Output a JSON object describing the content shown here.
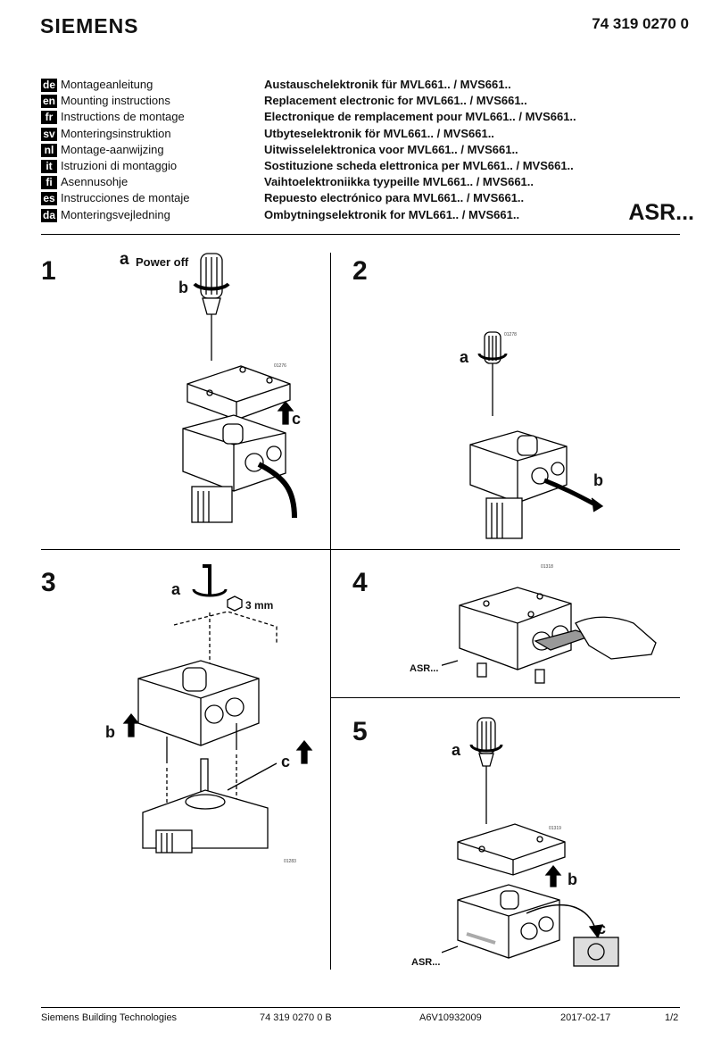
{
  "header": {
    "brand": "SIEMENS",
    "doc_number": "74 319 0270 0"
  },
  "languages": [
    {
      "code": "de",
      "name": "Montageanleitung",
      "title": "Austauschelektronik für MVL661.. / MVS661.."
    },
    {
      "code": "en",
      "name": "Mounting instructions",
      "title": "Replacement electronic for MVL661.. / MVS661.."
    },
    {
      "code": "fr",
      "name": "Instructions de montage",
      "title": "Electronique de remplacement pour MVL661.. / MVS661.."
    },
    {
      "code": "sv",
      "name": "Monteringsinstruktion",
      "title": "Utbyteselektronik för MVL661.. / MVS661.."
    },
    {
      "code": "nl",
      "name": "Montage-aanwijzing",
      "title": "Uitwisselelektronica voor MVL661.. / MVS661.."
    },
    {
      "code": "it",
      "name": "Istruzioni di montaggio",
      "title": "Sostituzione scheda elettronica per MVL661.. / MVS661.."
    },
    {
      "code": "fi",
      "name": "Asennusohje",
      "title": "Vaihtoelektroniikka tyypeille MVL661.. / MVS661.."
    },
    {
      "code": "es",
      "name": "Instrucciones de montaje",
      "title": "Repuesto electrónico para MVL661.. / MVS661.."
    },
    {
      "code": "da",
      "name": "Monteringsvejledning",
      "title": "Ombytningselektronik for MVL661.. / MVS661.."
    }
  ],
  "product_label": "ASR...",
  "steps": {
    "s1": {
      "number": "1",
      "a": "a",
      "power_off": "Power off",
      "b": "b",
      "c": "c",
      "code": "01276"
    },
    "s2": {
      "number": "2",
      "a": "a",
      "b": "b",
      "code": "01278"
    },
    "s3": {
      "number": "3",
      "a": "a",
      "hex": "3 mm",
      "b": "b",
      "c": "c",
      "code": "01283"
    },
    "s4": {
      "number": "4",
      "asr": "ASR...",
      "code": "01318"
    },
    "s5": {
      "number": "5",
      "a": "a",
      "b": "b",
      "c": "c",
      "asr": "ASR...",
      "code": "01319"
    }
  },
  "footer": {
    "company": "Siemens Building Technologies",
    "doc": "74 319 0270 0 B",
    "ref": "A6V10932009",
    "date": "2017-02-17",
    "page": "1/2"
  }
}
